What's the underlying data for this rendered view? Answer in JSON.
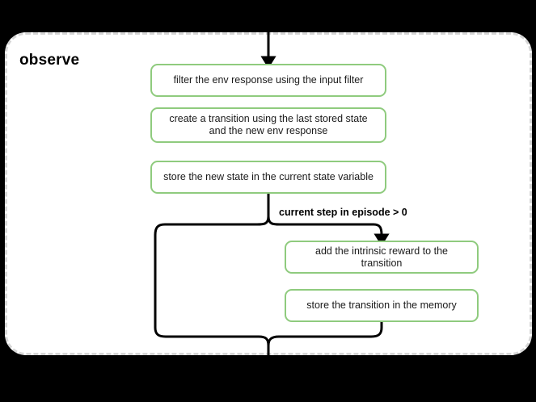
{
  "diagram": {
    "scope_title": "observe",
    "colors": {
      "node_border": "#8FCB7E",
      "node_fill": "#ffffff",
      "scope_border": "#d6d6d6",
      "edge": "#000000",
      "canvas": "#000000"
    },
    "nodes": [
      {
        "id": "filter",
        "label": "filter the env response using the input filter"
      },
      {
        "id": "create",
        "label": "create a transition using the last stored state and the new env response"
      },
      {
        "id": "store_state",
        "label": "store the new state in the current state variable"
      },
      {
        "id": "add_reward",
        "label": "add the intrinsic reward to the transition"
      },
      {
        "id": "store_memory",
        "label": "store the transition in the memory"
      }
    ],
    "edges": {
      "condition_label": "current step in episode > 0"
    }
  }
}
